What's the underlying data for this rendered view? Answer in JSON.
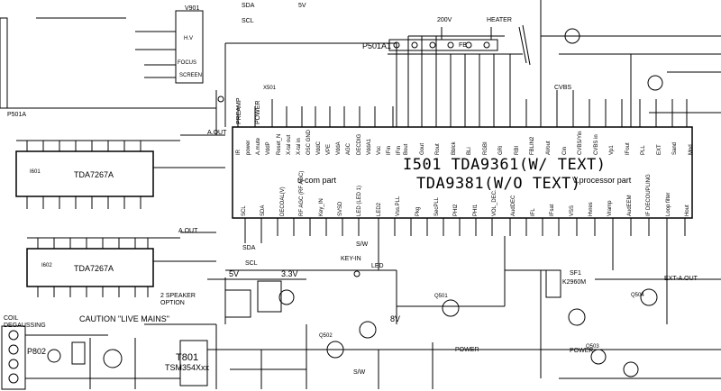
{
  "ics": {
    "main": {
      "ref_title": "I501 TDA9361(W/ TEXT)",
      "alt_title": "TDA9381(W/O TEXT)",
      "section_ucom": "u-com part",
      "section_vproc": "V.processor part"
    },
    "audio_amp_1": {
      "part": "TDA7267A",
      "ref": "I601"
    },
    "audio_amp_2": {
      "part": "TDA7267A",
      "ref": "I602"
    }
  },
  "connectors": {
    "p501a1": "P501A1",
    "p501a": "P501A",
    "p802": "P802",
    "v901": "V901",
    "fb": "FB",
    "focus": "FOCUS",
    "screen": "SCREEN",
    "hv": "H.V"
  },
  "rails": {
    "v200": "200V",
    "heater": "HEATER",
    "v5_top": "5V",
    "v5": "5V",
    "v3_3": "3.3V",
    "v8": "8V"
  },
  "nets": {
    "a_out_1": "A.OUT",
    "a_out_2": "A.OUT",
    "ext_a_out": "EXT-A.OUT",
    "cvbs": "CVBS",
    "power_1": "POWER",
    "power_2": "POWER",
    "key_in": "KEY-IN",
    "sda": "SDA",
    "scl": "SCL",
    "sda_2": "SDA",
    "scl_2": "SCL",
    "sw": "S/W",
    "speaker_option": "2 SPEAKER OPTION"
  },
  "parts": {
    "sf1": "SF1",
    "sf1_part": "K2960M",
    "t801": "T801",
    "t801_part": "TSM354Xxx",
    "led": "LED",
    "coil": "COIL DEGAUSSING",
    "x_tal": "X501",
    "q501": "Q501",
    "q502": "Q502",
    "q503": "Q503",
    "q504": "Q504"
  },
  "caution": "CAUTION \"LIVE MAINS\"",
  "pins_left": [
    "IR",
    "power",
    "A.mute",
    "VddP",
    "Reset_N",
    "X-tal out",
    "X-tal in",
    "OSC GND",
    "VddC",
    "VPE",
    "VddA",
    "AGC",
    "DECDIG",
    "VddA1",
    "Vsc",
    "IFin",
    "IFin"
  ],
  "pins_right": [
    "Bout",
    "Gout",
    "Rout",
    "Bblck",
    "BLi",
    "RGBI",
    "GRi",
    "RBI",
    "FBLIN2",
    "AVout",
    "Cin",
    "CVBS/Yin",
    "CVBS in",
    "Vp1",
    "IFout",
    "PLL",
    "EXT",
    "Sand",
    "Mod"
  ],
  "pins_bottom": [
    "SCL",
    "SDA",
    "DECOAL(V)",
    "RF AGC (RF AGC)",
    "Key_IN",
    "SVSD",
    "LED (LED 1)",
    "LED2",
    "Vss.PLL",
    "Pkg",
    "SecPLL",
    "PHI2",
    "PHI1",
    "VOL_DEC.",
    "AudDEC",
    "IFL",
    "IFsat",
    "VSS",
    "Hvres",
    "Vramp",
    "AudEEM",
    "IF DECOUPLING",
    "Loop filter",
    "Hout"
  ],
  "pins_top_left": [
    "PREAMP",
    "POWER"
  ]
}
